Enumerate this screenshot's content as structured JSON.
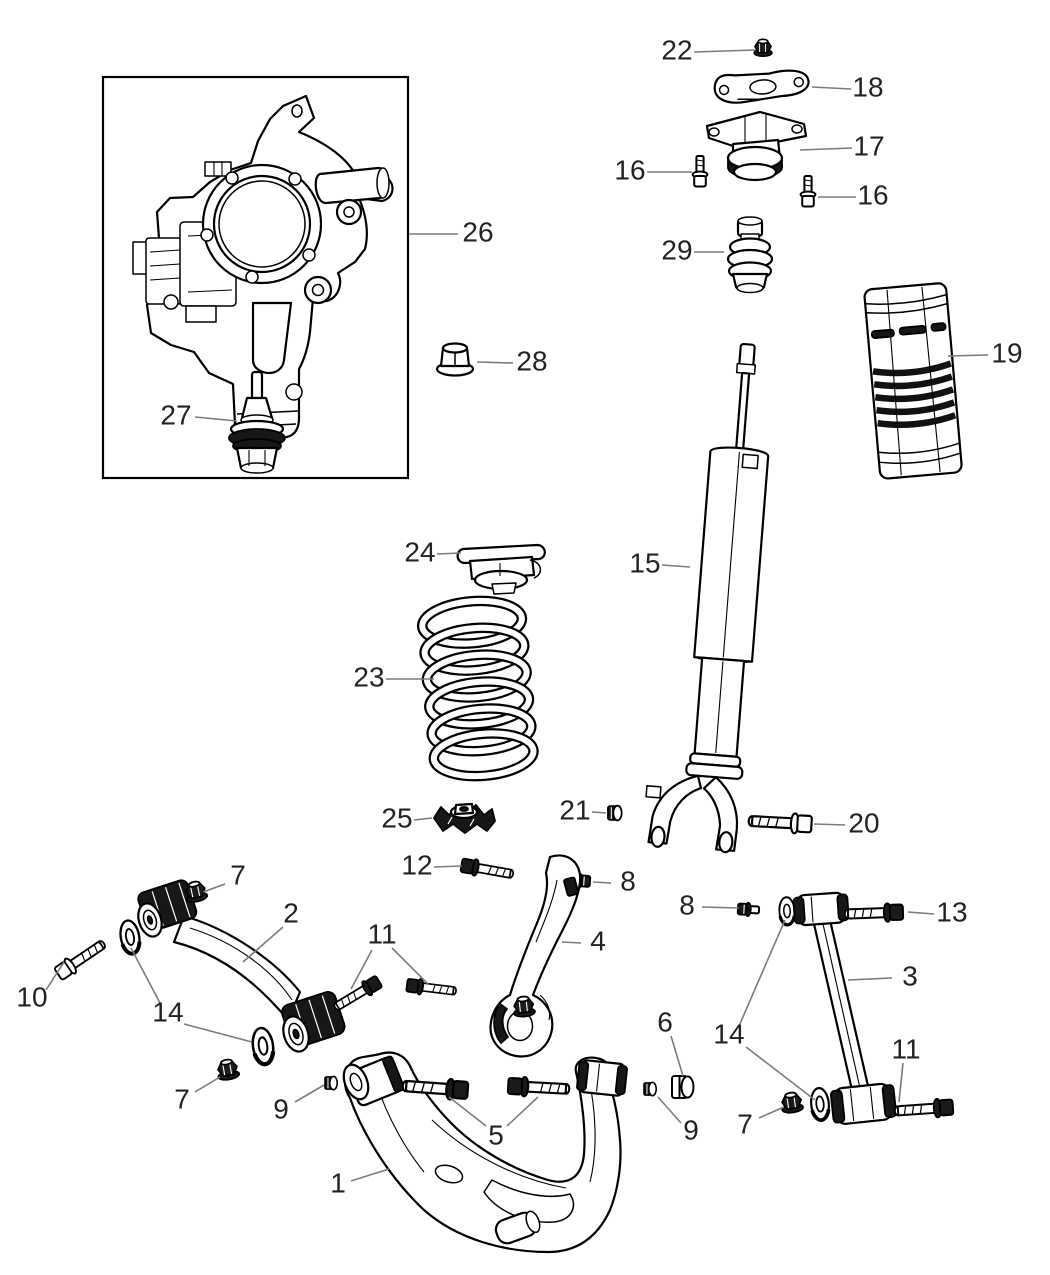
{
  "diagram": {
    "background": "#ffffff",
    "line_color": "#000000",
    "leader_color": "#7c7c7c",
    "label_color": "#232323"
  },
  "callouts": {
    "c1": "1",
    "c2": "2",
    "c3": "3",
    "c4": "4",
    "c5": "5",
    "c6": "6",
    "c7": "7",
    "c8": "8",
    "c9": "9",
    "c10": "10",
    "c11": "11",
    "c12": "12",
    "c13": "13",
    "c14": "14",
    "c15": "15",
    "c16": "16",
    "c17": "17",
    "c18": "18",
    "c19": "19",
    "c20": "20",
    "c21": "21",
    "c22": "22",
    "c23": "23",
    "c24": "24",
    "c25": "25",
    "c26": "26",
    "c27": "27",
    "c28": "28",
    "c29": "29"
  }
}
